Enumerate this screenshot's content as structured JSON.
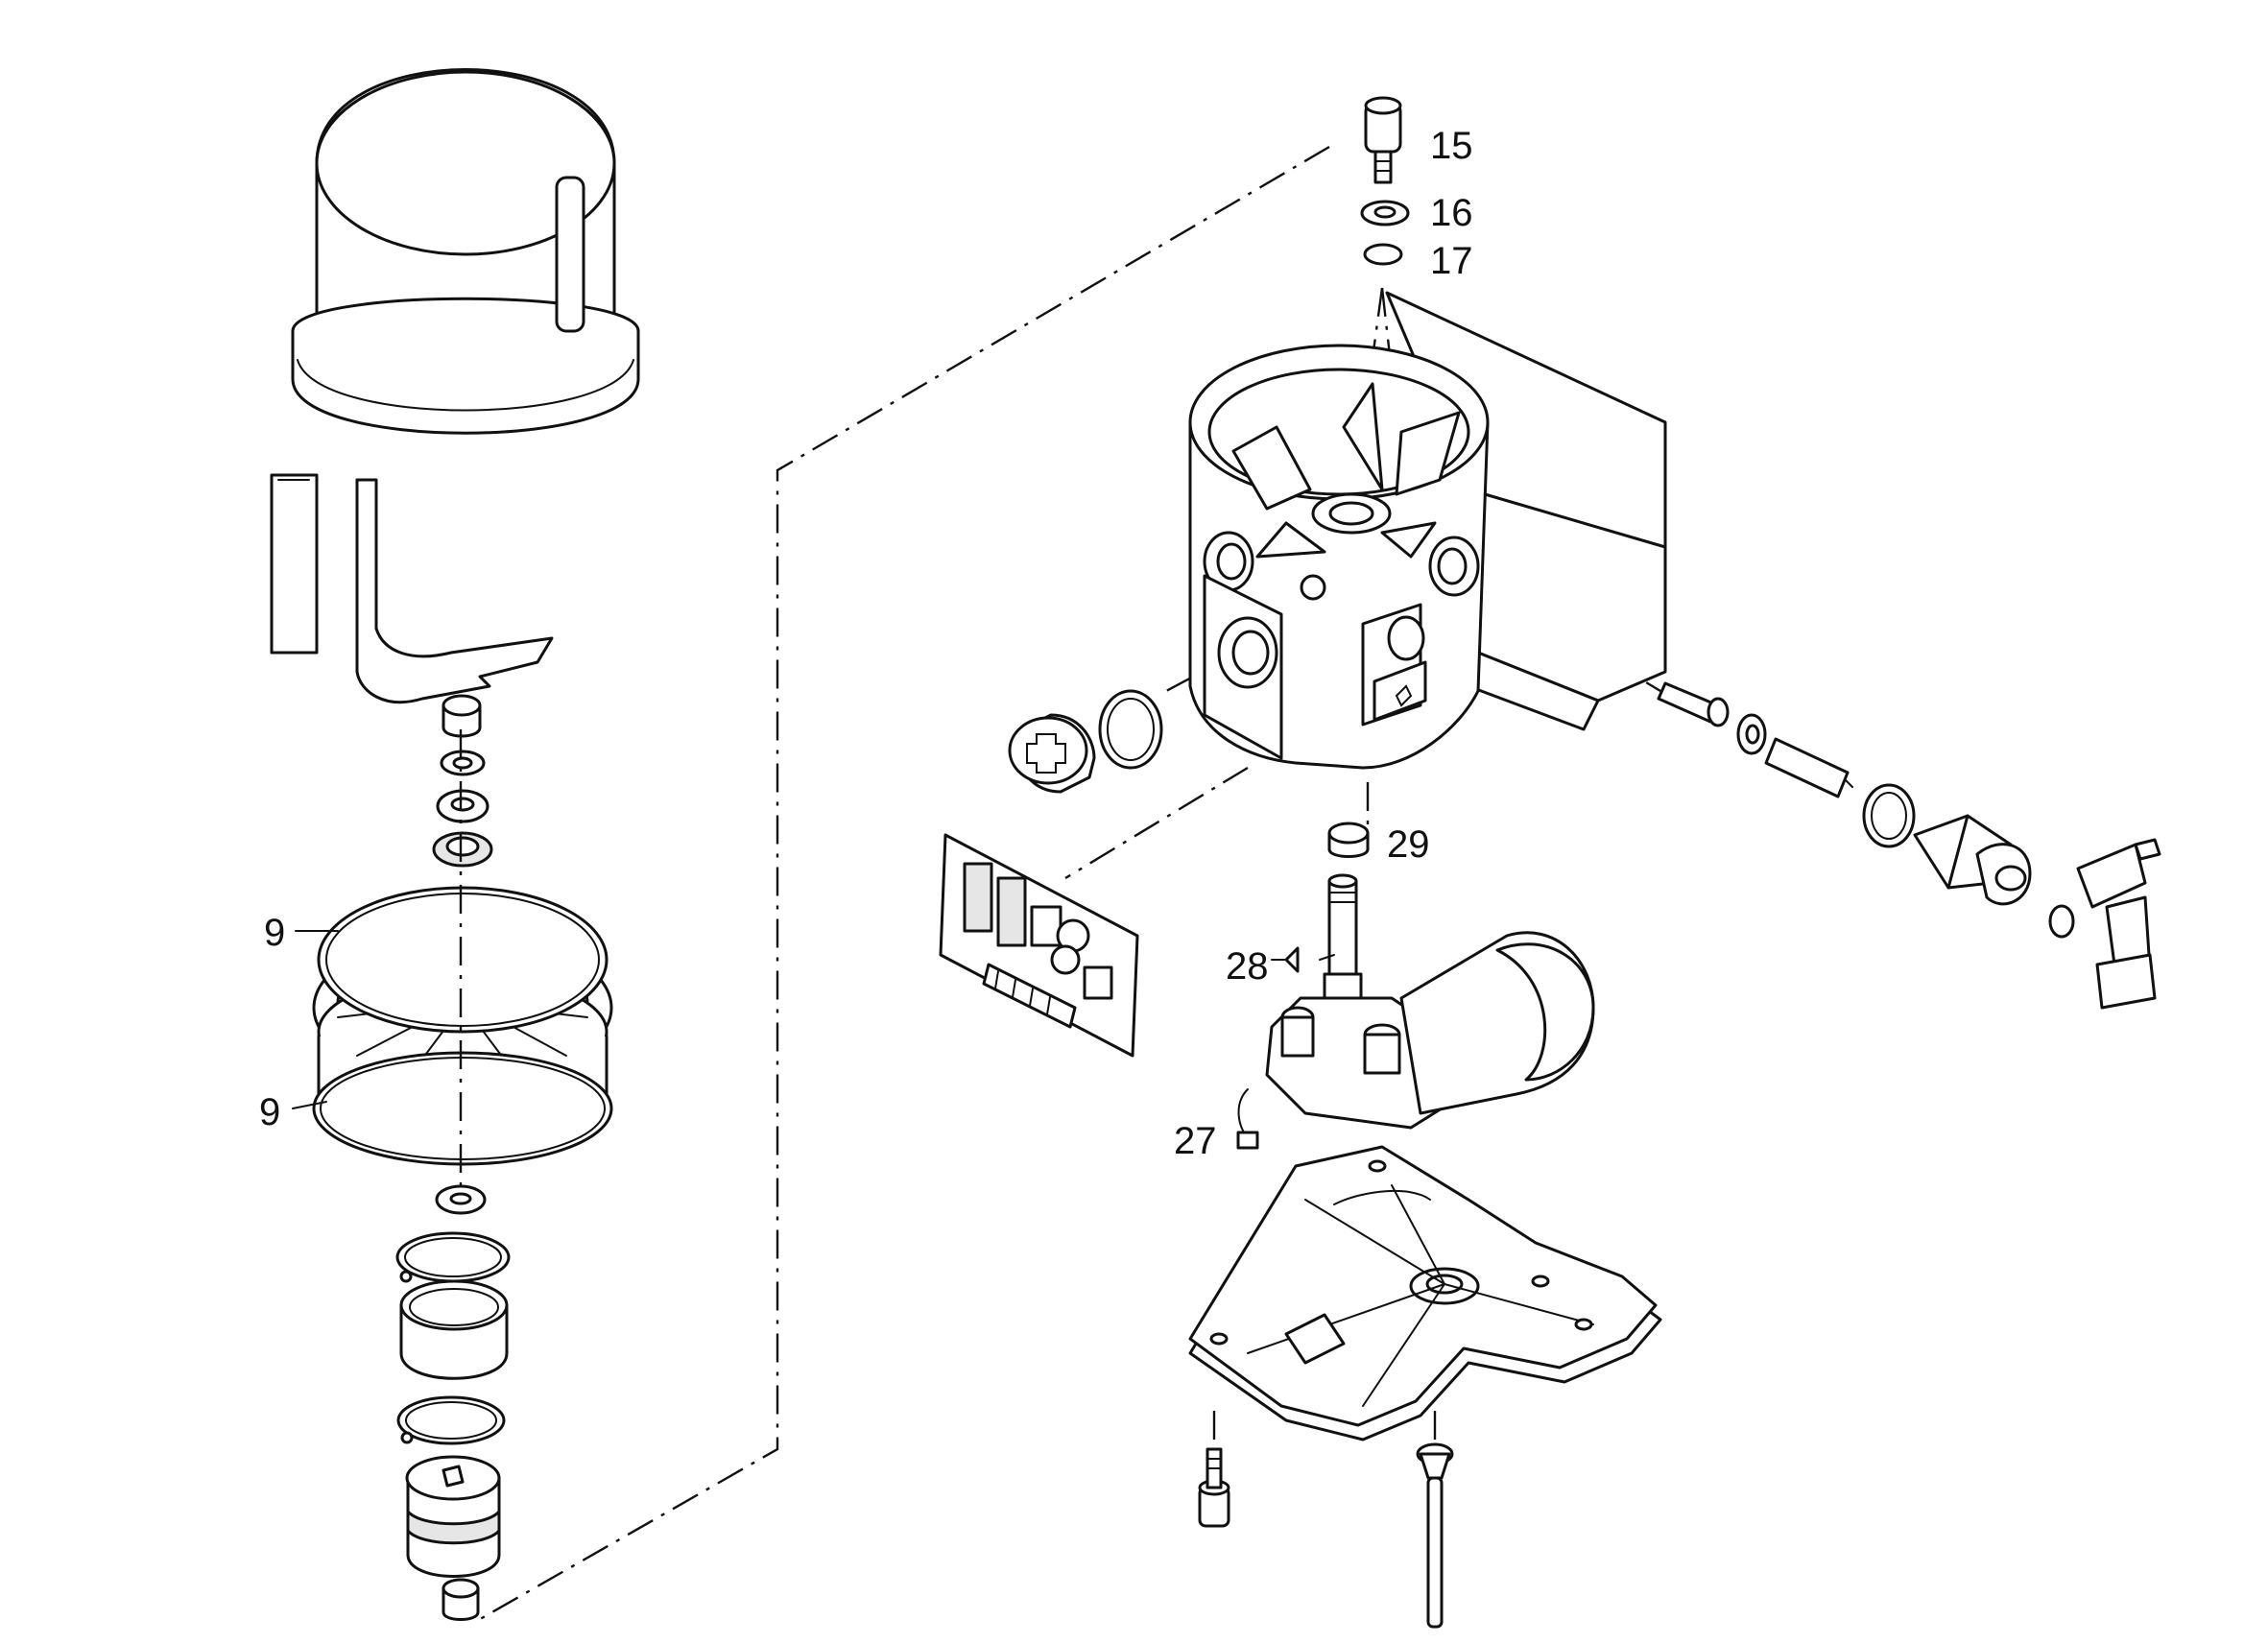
{
  "callouts": {
    "c15": "15",
    "c16": "16",
    "c17": "17",
    "c29": "29",
    "c28": "28",
    "c27": "27",
    "c9a": "9",
    "c9b": "9"
  },
  "colors": {
    "line": "#111111",
    "background": "#ffffff",
    "shade": "#e6e6e6"
  }
}
